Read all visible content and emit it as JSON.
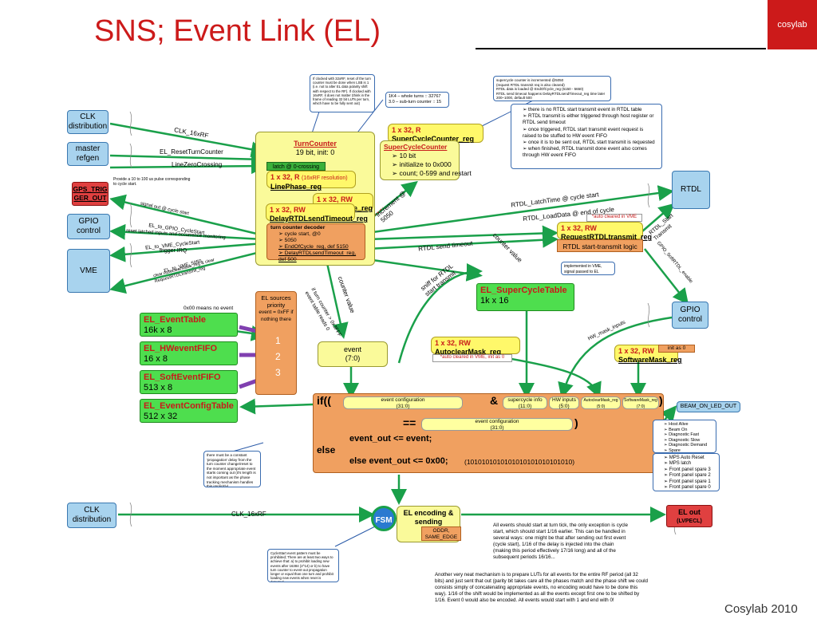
{
  "title": "SNS; Event Link (EL)",
  "logo": "cosylab",
  "footer": "Cosylab 2010",
  "colors": {
    "title_red": "#cc1a1a",
    "green_arrow": "#1aa04a",
    "orange": "#f0a060",
    "blue_box": "#a8d3ee",
    "green_box": "#4ede4e",
    "yellow": "#fafa9a"
  },
  "left_boxes": {
    "clk_top": "CLK\ndistribution",
    "master": "master\nrefgen",
    "gps": "GPS_TRIG\nGER_OUT",
    "gpio": "GPIO\ncontrol",
    "vme": "VME",
    "clk_bottom": "CLK\ndistribution"
  },
  "right_boxes": {
    "rtdl": "RTDL",
    "gpio": "GPIO\ncontrol",
    "beam": "BEAM_ON_LED_OUT",
    "el_out": "EL out",
    "el_out_sub": "(LVPECL)"
  },
  "signals": {
    "clk16": "CLK_16xRF",
    "reset": "EL_ResetTurnCounter",
    "linezero": "LineZeroCrossing",
    "gps_note": "Provide a 10 to 100 us pulse corresponding to cycle start.",
    "signal_out": "signal out @ cycle start",
    "gpio_start": "EL_to_GPIO_CycleStart",
    "reset_latched": "reset latched inputs and occurrence monitoring",
    "vme_start": "EL_to_VME_CycleStart",
    "trigger_irq": "trigger IRQ",
    "vme_5050": "EL_to_VME_5050",
    "clear_autoclear": "clear AutoclearMask_reg & clear RequestRTDLtransmit_reg",
    "latch_time": "RTDL_LatchTime @ cycle start",
    "load_data": "RTDL_LoadData @ end of cycle",
    "rtdl_start": "RTDL_Start Transmit",
    "gpio_sw": "GPIO_SoftRTDL_enable",
    "rtdl_send_timeout": "RTDL send timeout",
    "counter_value_1": "counter value",
    "counter_value_2": "counter value",
    "increment": "increment @ 5050",
    "sniff": "sniff for RTDL start transmit",
    "if_turn": "if turn counter > 0x3FFF event table reads 0",
    "hw_mask": "HW_mask_inputs",
    "clk16_bottom": "CLK_16xRF",
    "zero_means": "0x00 means no event"
  },
  "turncounter": {
    "name": "TurnCounter",
    "desc": "19 bit, init: 0",
    "latch": "latch @ 0-crossing",
    "linephase_size": "1 x 32, R",
    "linephase_note": "(16xRF resolution)",
    "linephase_reg": "LinePhase_reg",
    "endofcycle_size": "1 x 32, RW",
    "endofcycle_reg": "EndOfCycle_reg",
    "delay_size": "1 x 32, RW",
    "delay_reg": "DelayRTDLsendTimeout_reg",
    "decoder_title": "turn counter decoder",
    "decoder_items": [
      "cycle start, @0",
      "5050",
      "EndOfCycle_reg, def 5150",
      "DelayRTDLsendTimeout_reg, def 500"
    ]
  },
  "supercycle": {
    "reg_size": "1 x 32, R",
    "reg": "SuperCycleCounter_reg",
    "name": "SuperCycleCounter",
    "items": [
      "10 bit",
      "initialize to 0x000",
      "count; 0-599 and restart"
    ],
    "note_small": "1K4 – whole turns :: 32767\n3.0 – sub-turn counter :: 15",
    "note_top": "supercycle counter is incremented @5050\n(request RTDL transmit req is also cleared)\nRTDL data is loaded @ EndOfCycle_reg (5150 - 5650)\nRTDL send timeout happens DelayRTDLsendTimeout_reg time later 200–1000, default 500"
  },
  "note_clock": "If clocked with 32xRF, reset of the turn counter must be done when LSB is 1 (i.e. not to alter EL data polarity shift with respect to the RF). If clocked with 16xRF, it does not matter (think in the frame of reading 32 bit LUTs per turn, which have to be fully sent out)",
  "rtdl_notes": [
    "there is no RTDL start transmit event in RTDL table",
    "RTDL transmit is either triggered through host register or RTDL send timeout",
    "once triggered, RTDL start transmit event request is raised to be stuffed to HW event FIFO",
    "once it is to be sent out, RTDL start transmit is requested",
    "when finished, RTDL transmit done event also comes through HW event FIFO"
  ],
  "request_rtdl": {
    "size": "1 x 32, RW",
    "reg": "RequestRTDLtransmit_reg",
    "logic": "RTDL start-transmit logic",
    "autoclear": "*auto cleared in VME",
    "implemented": "implemented in VME, signal passed to EL"
  },
  "supercycle_table": {
    "name": "EL_SuperCycleTable",
    "size": "1k x 16"
  },
  "el_sources": {
    "title": "EL sources priority",
    "desc": "event = 0xFF if nothing there",
    "p1": "1",
    "p2": "2",
    "p3": "3"
  },
  "tables": [
    {
      "name": "EL_EventTable",
      "size": "16k x 8"
    },
    {
      "name": "EL_HWeventFIFO",
      "size": "16 x 8"
    },
    {
      "name": "EL_SoftEventFIFO",
      "size": "513 x 8"
    },
    {
      "name": "EL_EventConfigTable",
      "size": "512 x 32"
    }
  ],
  "event_box": {
    "label": "event",
    "bits": "(7:0)"
  },
  "autoclear": {
    "size": "1 x 32, RW",
    "reg": "AutoclearMask_reg",
    "note": "*auto cleared in VME, init as 0"
  },
  "software_mask": {
    "size": "1 x 32, RW",
    "reg": "SoftwareMask_reg",
    "init": "init as 0"
  },
  "if_block": {
    "if": "if((",
    "amp": "&",
    "close": ")",
    "eq": "==",
    "close2": ")",
    "pills": [
      {
        "name": "event configuration",
        "bits": "(31:0)"
      },
      {
        "name": "supercycle info",
        "bits": "(11:0)"
      },
      {
        "name": "HW inputs",
        "bits": "(5:0)"
      },
      {
        "name": "AutoclearMask_reg",
        "bits": "(5:0)"
      },
      {
        "name": "SoftwareMask_reg",
        "bits": "(7:0)"
      }
    ],
    "pill_eq": {
      "name": "event configuration",
      "bits": "(31:0)"
    },
    "line1": "event_out <= event;",
    "else": "else",
    "line2": "else event_out <= 0x00;",
    "pattern": "(1010101010101010101010101010)"
  },
  "hw_list_1": [
    "Host Alive",
    "Beam On",
    "Diagnostic Fast",
    "Diagnostic Slow",
    "Diagnostic Demand",
    "Spare"
  ],
  "hw_list_2": [
    "MPS Auto Reset",
    "MPS latch",
    "Front panel spare 3",
    "Front panel spare 2",
    "Front panel spare 1",
    "Front panel spare 0"
  ],
  "note_delay": "there must be a constant 'propagation' delay from the turn counter change/reset to the moment appropriate event starts coming out (it's length is not important as the phase tracking mechanism handles this implicitly)",
  "note_cyclestart": "CycleStart event pattern must be prohibited; There are at least two ways to achieve that: a) to prohibit loading new events after 16384 (2^14) or b) to have turn counter to event-out propagation longer or equal than one turn and prohibit loading new events when reset is detected.",
  "fsm": "FSM",
  "encoding": {
    "title": "EL encoding & sending",
    "sub": "ODDR, SAME_EDGE"
  },
  "text_events": "All events should start at turn tick, the only exception is cycle start, which should start 1/16 earlier. This can be handled in several ways: one might be that after sending out first event (cycle start), 1/16 of the delay is injected into the chain (making this period effectively 17/16 long) and all of the subsequent periods 16/16...",
  "text_neat": "Another very neat mechanism is to prepare LUTs for all events for the entire RF period (all 32 bits) and just sent that out (parity bit takes care all the phases match and the phase shift we could consists simply of concatenating appropriate events, no encoding would have to be done this way). 1/16 of the shift would be implemented as all the events except first one to be shifted by 1/16. Event 0 would also be encoded. All events would start with 1 and end with 0!"
}
